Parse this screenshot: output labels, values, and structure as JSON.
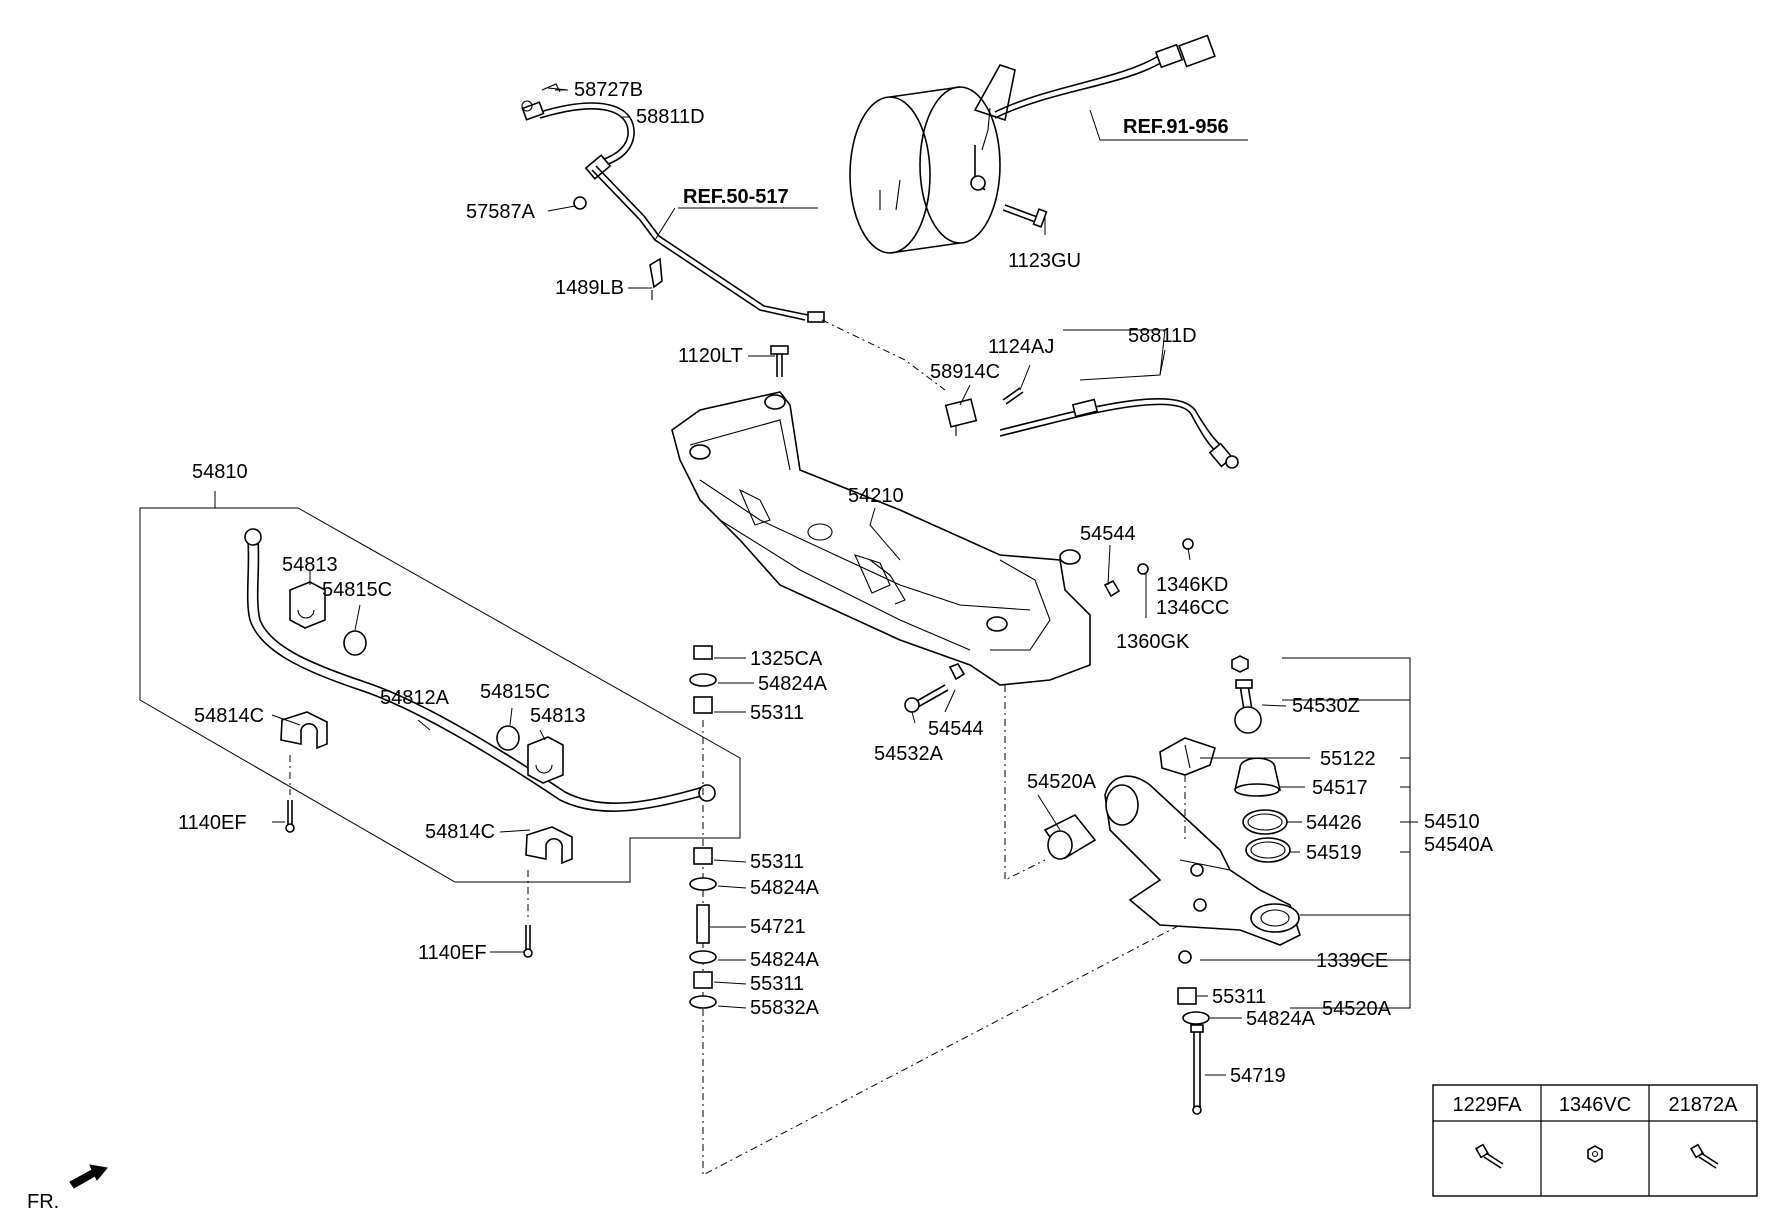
{
  "labels": {
    "p58727B": "58727B",
    "p58811D_top": "58811D",
    "p57587A": "57587A",
    "ref50517": "REF.50-517",
    "p1489LB": "1489LB",
    "ref91956": "REF.91-956",
    "p1123GU": "1123GU",
    "p1120LT": "1120LT",
    "p1124AJ": "1124AJ",
    "p58914C": "58914C",
    "p58811D_right": "58811D",
    "p54810": "54810",
    "p54210": "54210",
    "p54544_top": "54544",
    "p1346KD": "1346KD",
    "p1346CC": "1346CC",
    "p1360GK": "1360GK",
    "p54813_top": "54813",
    "p54815C_top": "54815C",
    "p1325CA": "1325CA",
    "p54824A_1": "54824A",
    "p55311_1": "55311",
    "p54812A": "54812A",
    "p54815C_mid": "54815C",
    "p54813_mid": "54813",
    "p54814C_top": "54814C",
    "p54544_bot": "54544",
    "p54532A": "54532A",
    "p54530Z": "54530Z",
    "p55122": "55122",
    "p54520A_top": "54520A",
    "p54517": "54517",
    "p54426": "54426",
    "p54510": "54510",
    "p54540A": "54540A",
    "p54519": "54519",
    "p1140EF_top": "1140EF",
    "p54814C_bot": "54814C",
    "p55311_2": "55311",
    "p54824A_2": "54824A",
    "p54721": "54721",
    "p54824A_3": "54824A",
    "p55311_3": "55311",
    "p55832A": "55832A",
    "p1339CE": "1339CE",
    "p55311_4": "55311",
    "p54824A_4": "54824A",
    "p54520A_bot": "54520A",
    "p1140EF_bot": "1140EF",
    "p54719": "54719",
    "fr": "FR."
  },
  "legend_table": {
    "headers": [
      "1229FA",
      "1346VC",
      "21872A"
    ],
    "icons": [
      "bolt-icon",
      "nut-icon",
      "bolt-icon"
    ]
  },
  "icons": {
    "front_direction": "arrow-icon"
  }
}
